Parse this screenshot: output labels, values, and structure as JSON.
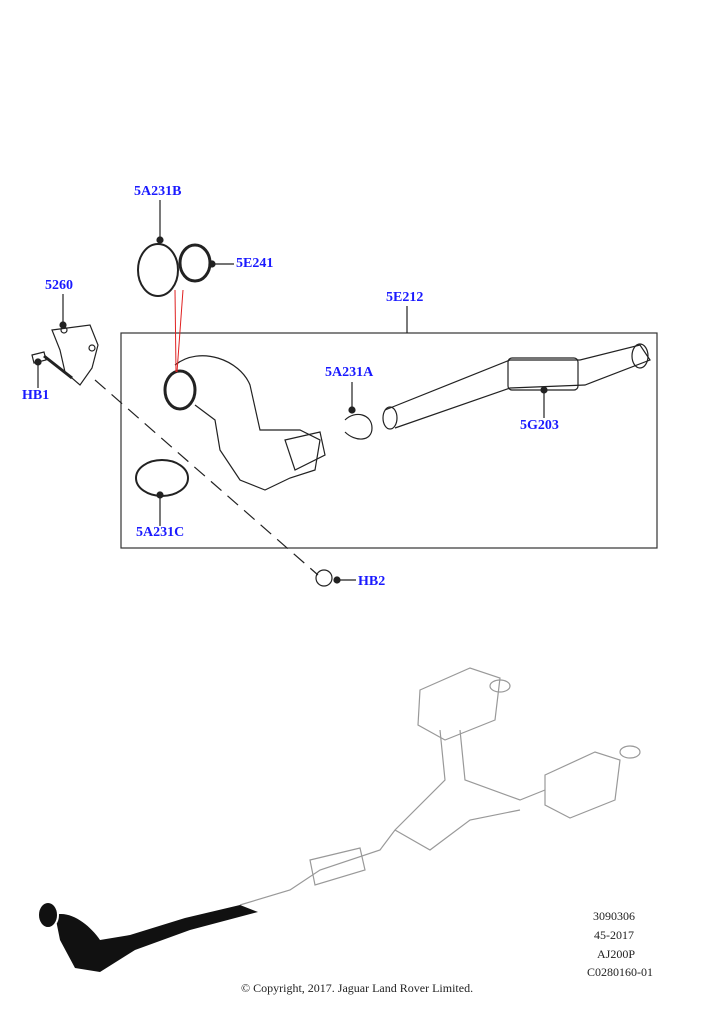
{
  "callouts": {
    "c5A231B": "5A231B",
    "c5E241": "5E241",
    "c5260": "5260",
    "cHB1": "HB1",
    "c5E212": "5E212",
    "c5A231A": "5A231A",
    "c5G203": "5G203",
    "c5A231C": "5A231C",
    "cHB2": "HB2"
  },
  "meta": {
    "line1": "3090306",
    "line2": "45-2017",
    "line3": "AJ200P",
    "line4": "C0280160-01"
  },
  "copyright": "© Copyright, 2017. Jaguar Land Rover Limited.",
  "colors": {
    "callout": "#1a1aff",
    "leader": "#222222",
    "guide": "#e02020"
  }
}
